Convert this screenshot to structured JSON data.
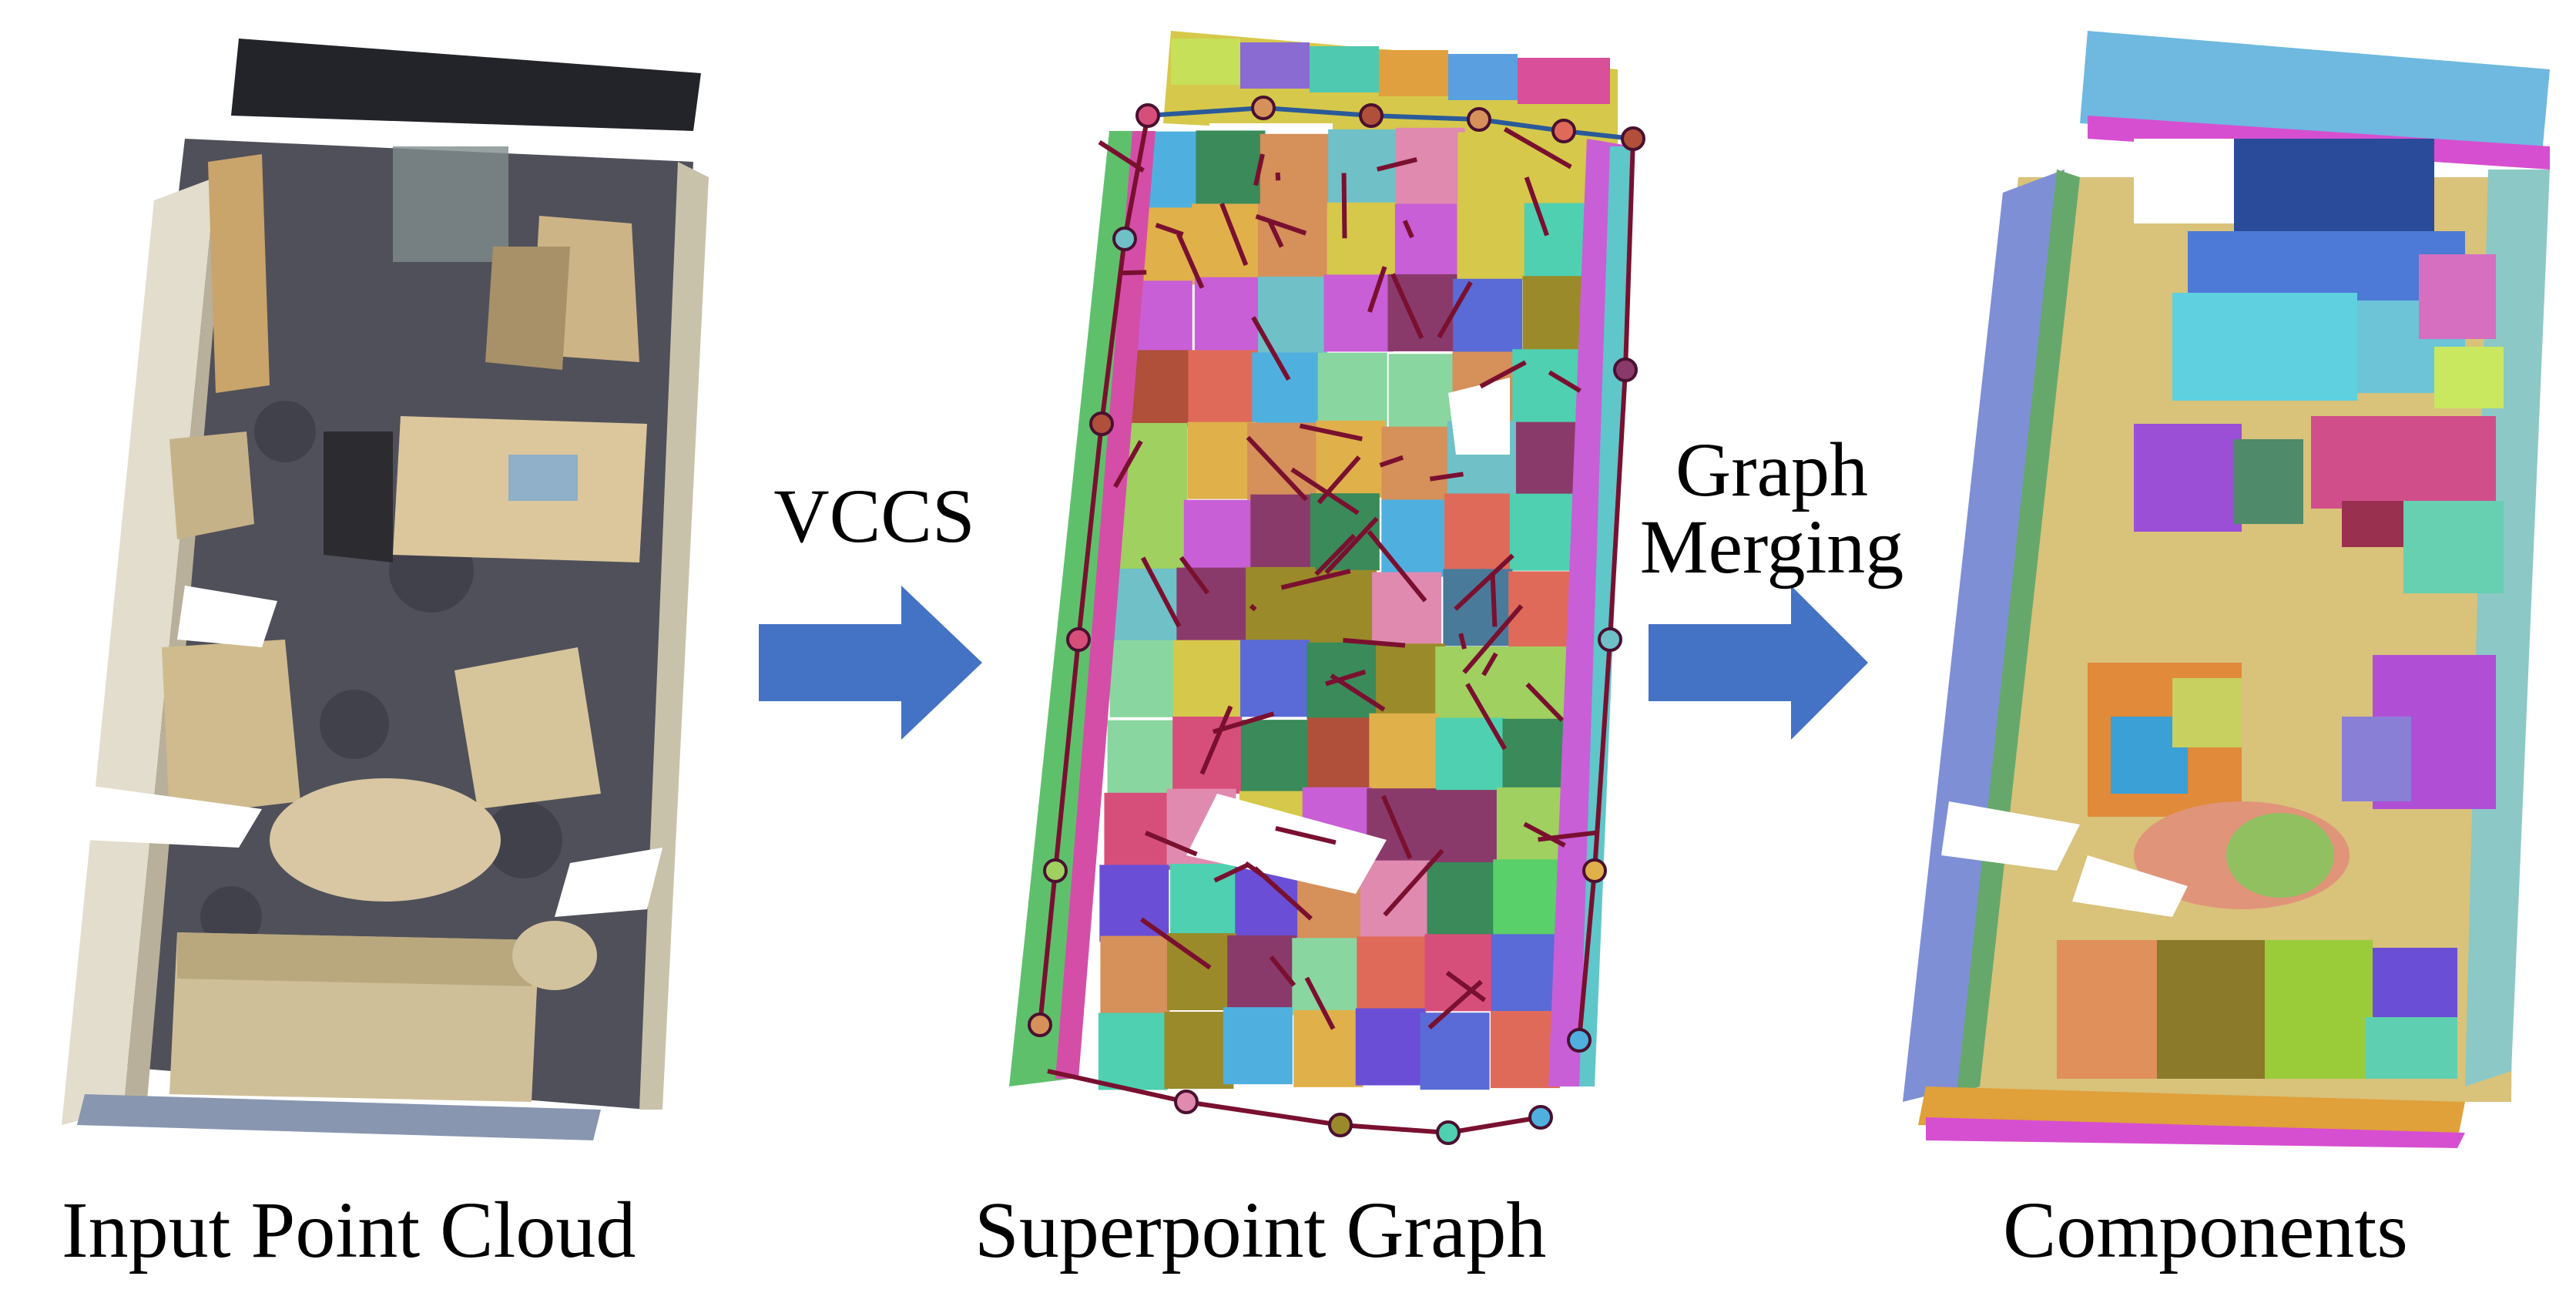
{
  "panels": [
    {
      "caption": "Input Point Cloud"
    },
    {
      "caption": "Superpoint Graph"
    },
    {
      "caption": "Components"
    }
  ],
  "steps": [
    {
      "label": "VCCS"
    },
    {
      "label_line1": "Graph",
      "label_line2": "Merging"
    }
  ],
  "colors": {
    "arrow": "#4472c4",
    "graph_edge": "#7a1030",
    "floor_scan": "#4a4a55",
    "wall_scan": "#d8d2bf",
    "furniture_scan": "#cdb888",
    "components_floor": "#d9c27a"
  }
}
